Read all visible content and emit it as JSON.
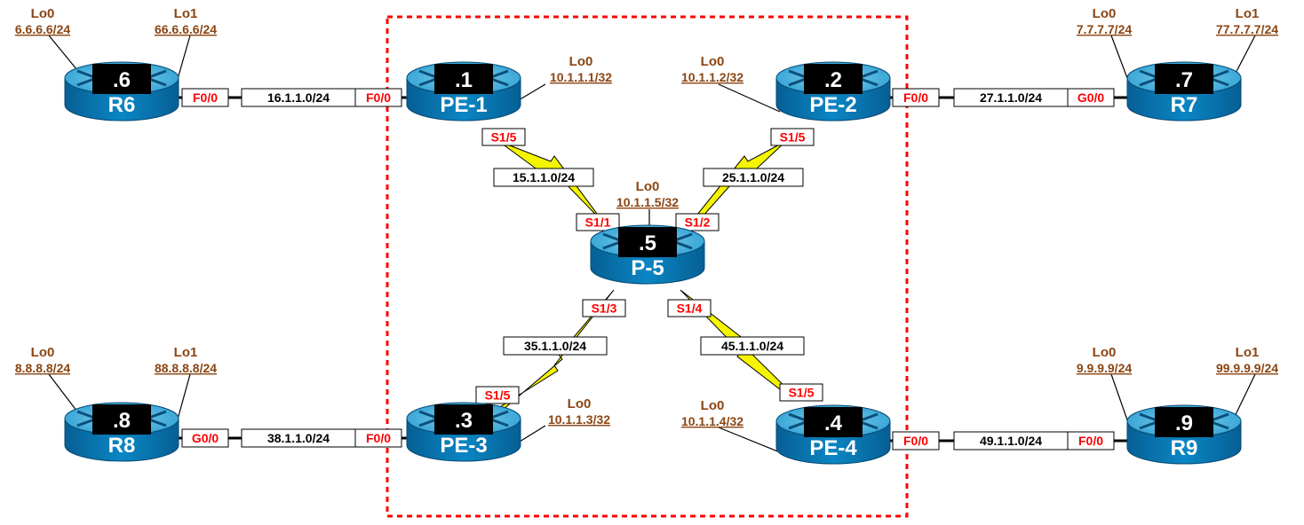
{
  "colors": {
    "router_top": "#4db3dc",
    "router_body": "#0a7bb5",
    "loopback_text": "#8B4513",
    "interface_text": "#ff0000",
    "serial_link": "#f5f500",
    "boundary": "#ff0000"
  },
  "routers": [
    {
      "id": "r6",
      "ip_label": ".6",
      "name": "R6"
    },
    {
      "id": "pe1",
      "ip_label": ".1",
      "name": "PE-1"
    },
    {
      "id": "pe2",
      "ip_label": ".2",
      "name": "PE-2"
    },
    {
      "id": "r7",
      "ip_label": ".7",
      "name": "R7"
    },
    {
      "id": "p5",
      "ip_label": ".5",
      "name": "P-5"
    },
    {
      "id": "r8",
      "ip_label": ".8",
      "name": "R8"
    },
    {
      "id": "pe3",
      "ip_label": ".3",
      "name": "PE-3"
    },
    {
      "id": "pe4",
      "ip_label": ".4",
      "name": "PE-4"
    },
    {
      "id": "r9",
      "ip_label": ".9",
      "name": "R9"
    }
  ],
  "loopbacks": [
    {
      "id": "r6-lo0",
      "name": "Lo0",
      "ip": "6.6.6.6/24"
    },
    {
      "id": "r6-lo1",
      "name": "Lo1",
      "ip": "66.6.6.6/24"
    },
    {
      "id": "pe1-lo0",
      "name": "Lo0",
      "ip": "10.1.1.1/32"
    },
    {
      "id": "pe2-lo0",
      "name": "Lo0",
      "ip": "10.1.1.2/32"
    },
    {
      "id": "r7-lo0",
      "name": "Lo0",
      "ip": "7.7.7.7/24"
    },
    {
      "id": "r7-lo1",
      "name": "Lo1",
      "ip": "77.7.7.7/24"
    },
    {
      "id": "p5-lo0",
      "name": "Lo0",
      "ip": "10.1.1.5/32"
    },
    {
      "id": "r8-lo0",
      "name": "Lo0",
      "ip": "8.8.8.8/24"
    },
    {
      "id": "r8-lo1",
      "name": "Lo1",
      "ip": "88.8.8.8/24"
    },
    {
      "id": "pe3-lo0",
      "name": "Lo0",
      "ip": "10.1.1.3/32"
    },
    {
      "id": "pe4-lo0",
      "name": "Lo0",
      "ip": "10.1.1.4/32"
    },
    {
      "id": "r9-lo0",
      "name": "Lo0",
      "ip": "9.9.9.9/24"
    },
    {
      "id": "r9-lo1",
      "name": "Lo1",
      "ip": "99.9.9.9/24"
    }
  ],
  "networks": [
    {
      "id": "net-16",
      "label": "16.1.1.0/24"
    },
    {
      "id": "net-27",
      "label": "27.1.1.0/24"
    },
    {
      "id": "net-15",
      "label": "15.1.1.0/24"
    },
    {
      "id": "net-25",
      "label": "25.1.1.0/24"
    },
    {
      "id": "net-35",
      "label": "35.1.1.0/24"
    },
    {
      "id": "net-45",
      "label": "45.1.1.0/24"
    },
    {
      "id": "net-38",
      "label": "38.1.1.0/24"
    },
    {
      "id": "net-49",
      "label": "49.1.1.0/24"
    }
  ],
  "interfaces": [
    {
      "id": "r6-f00",
      "label": "F0/0"
    },
    {
      "id": "pe1-f00",
      "label": "F0/0"
    },
    {
      "id": "pe2-f00",
      "label": "F0/0"
    },
    {
      "id": "r7-g00",
      "label": "G0/0"
    },
    {
      "id": "pe1-s15",
      "label": "S1/5"
    },
    {
      "id": "pe2-s15",
      "label": "S1/5"
    },
    {
      "id": "p5-s11",
      "label": "S1/1"
    },
    {
      "id": "p5-s12",
      "label": "S1/2"
    },
    {
      "id": "p5-s13",
      "label": "S1/3"
    },
    {
      "id": "p5-s14",
      "label": "S1/4"
    },
    {
      "id": "pe3-s15",
      "label": "S1/5"
    },
    {
      "id": "pe4-s15",
      "label": "S1/5"
    },
    {
      "id": "r8-g00",
      "label": "G0/0"
    },
    {
      "id": "pe3-f00",
      "label": "F0/0"
    },
    {
      "id": "pe4-f00",
      "label": "F0/0"
    },
    {
      "id": "r9-f00",
      "label": "F0/0"
    }
  ]
}
